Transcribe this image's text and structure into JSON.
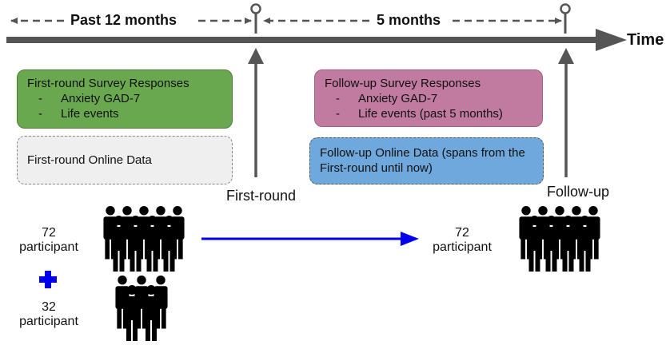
{
  "timeline": {
    "axis_label": "Time",
    "period1_label": "Past 12 months",
    "period2_label": "5 months",
    "marker1_label": "First-round",
    "marker2_label": "Follow-up"
  },
  "first_round": {
    "survey_title": "First-round Survey Responses",
    "survey_items": [
      "Anxiety GAD-7",
      "Life events"
    ],
    "online_data": "First-round Online Data",
    "count1": "72",
    "count1_unit": "participant",
    "plus_symbol": "+",
    "count2": "32",
    "count2_unit": "participant"
  },
  "follow_up": {
    "survey_title": "Follow-up Survey Responses",
    "survey_items": [
      "Anxiety GAD-7",
      "Life events (past 5 months)"
    ],
    "online_data": "Follow-up Online Data (spans from the First-round until now)",
    "count": "72",
    "count_unit": "participant"
  },
  "colors": {
    "timeline": "#555555",
    "survey_first": "#6aa84f",
    "survey_follow": "#c27ba0",
    "online_first": "#efefef",
    "online_follow": "#6fa8dc",
    "flow_arrow": "#0000ee",
    "plus": "#0000ee",
    "people": "#000000"
  },
  "icons": {
    "person": "person-icon",
    "plus": "plus-icon",
    "marker": "timeline-marker-icon"
  }
}
